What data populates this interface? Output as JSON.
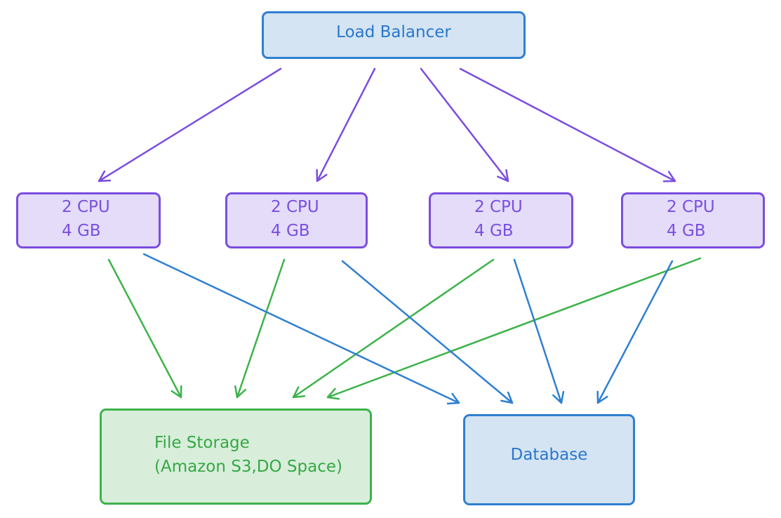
{
  "colors": {
    "blue_fill": "#d4e4f3",
    "blue_stroke": "#2f7fd1",
    "blue_text": "#2a77cc",
    "purple_fill": "#e4dcf8",
    "purple_stroke": "#7b4de0",
    "purple_text": "#7a4fe0",
    "green_fill": "#d8eedb",
    "green_stroke": "#3db34b",
    "green_text": "#35a844"
  },
  "nodes": {
    "load_balancer": {
      "label": "Load Balancer"
    },
    "servers": [
      {
        "cpu": "2 CPU",
        "ram": "4 GB"
      },
      {
        "cpu": "2 CPU",
        "ram": "4 GB"
      },
      {
        "cpu": "2 CPU",
        "ram": "4 GB"
      },
      {
        "cpu": "2 CPU",
        "ram": "4 GB"
      }
    ],
    "file_storage": {
      "line1": "File Storage",
      "line2": "(Amazon S3,DO Space)"
    },
    "database": {
      "label": "Database"
    }
  },
  "edges": [
    {
      "from": "load_balancer",
      "to": "server-1",
      "color": "purple"
    },
    {
      "from": "load_balancer",
      "to": "server-2",
      "color": "purple"
    },
    {
      "from": "load_balancer",
      "to": "server-3",
      "color": "purple"
    },
    {
      "from": "load_balancer",
      "to": "server-4",
      "color": "purple"
    },
    {
      "from": "server-1",
      "to": "file_storage",
      "color": "green"
    },
    {
      "from": "server-2",
      "to": "file_storage",
      "color": "green"
    },
    {
      "from": "server-3",
      "to": "file_storage",
      "color": "green"
    },
    {
      "from": "server-4",
      "to": "file_storage",
      "color": "green"
    },
    {
      "from": "server-1",
      "to": "database",
      "color": "blue"
    },
    {
      "from": "server-2",
      "to": "database",
      "color": "blue"
    },
    {
      "from": "server-3",
      "to": "database",
      "color": "blue"
    },
    {
      "from": "server-4",
      "to": "database",
      "color": "blue"
    }
  ]
}
